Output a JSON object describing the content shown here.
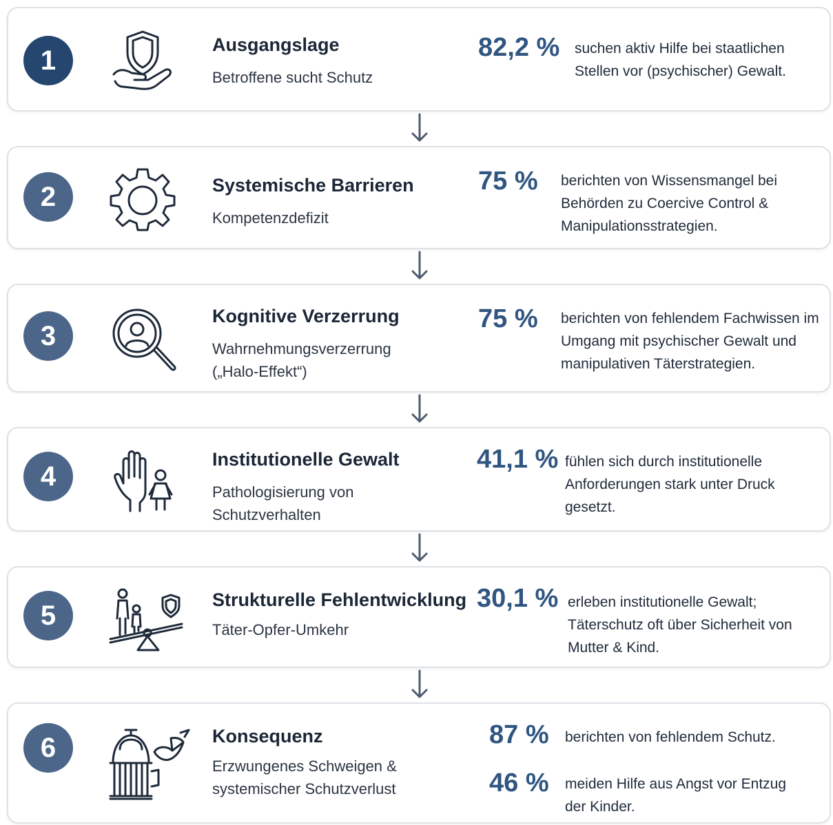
{
  "steps": [
    {
      "number": "1",
      "title": "Ausgangslage",
      "subtitle": "Betroffene sucht Schutz",
      "icon": "hand-shield-icon",
      "stats": [
        {
          "value": "82,2 %",
          "text": "suchen aktiv Hilfe bei staatlichen Stellen vor (psychischer) Gewalt."
        }
      ]
    },
    {
      "number": "2",
      "title": "Systemische Barrieren",
      "subtitle": "Kompetenzdefizit",
      "icon": "gear-icon",
      "stats": [
        {
          "value": "75 %",
          "text": "berichten von Wissensmangel bei Behörden zu Coercive Control & Manipulationsstrategien."
        }
      ]
    },
    {
      "number": "3",
      "title": "Kognitive Verzerrung",
      "subtitle": "Wahrnehmungsverzerrung („Halo-Effekt“)",
      "icon": "magnifier-person-icon",
      "stats": [
        {
          "value": "75 %",
          "text": "berichten von fehlendem Fachwissen im Umgang mit psychischer Gewalt und manipulativen Täterstrategien."
        }
      ]
    },
    {
      "number": "4",
      "title": "Institutionelle Gewalt",
      "subtitle": "Pathologisierung von Schutzverhalten",
      "icon": "hand-child-icon",
      "stats": [
        {
          "value": "41,1 %",
          "text": "fühlen sich durch institutionelle Anforderungen stark unter Druck gesetzt."
        }
      ]
    },
    {
      "number": "5",
      "title": "Strukturelle Fehlentwicklung",
      "subtitle": "Täter-Opfer-Umkehr",
      "icon": "seesaw-shield-icon",
      "stats": [
        {
          "value": "30,1 %",
          "text": "erleben institutionelle Gewalt; Täterschutz oft über Sicherheit von Mutter & Kind."
        }
      ]
    },
    {
      "number": "6",
      "title": "Konsequenz",
      "subtitle": "Erzwungenes Schweigen & systemischer Schutzverlust",
      "icon": "cage-bird-icon",
      "stats": [
        {
          "value": "87 %",
          "text": "berichten von fehlendem Schutz."
        },
        {
          "value": "46 %",
          "text": "meiden Hilfe aus Angst vor Entzug der Kinder."
        }
      ]
    }
  ]
}
